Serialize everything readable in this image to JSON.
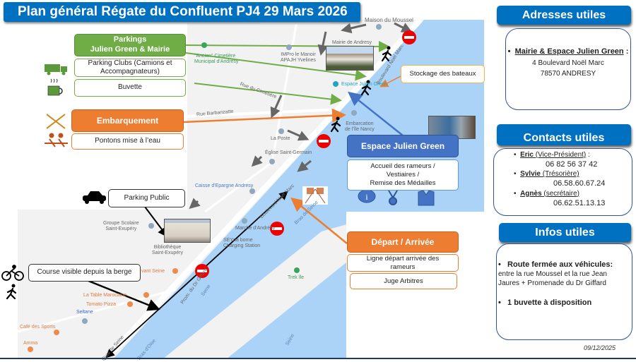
{
  "title": "Plan général Régate du Confluent PJ4 29 Mars 2026",
  "legend": {
    "parkings_title": "Parkings\nJulien Green & Mairie",
    "parking_clubs": "Parking Clubs (Camions et Accompagnateurs)",
    "buvette": "Buvette",
    "embarquement": "Embarquement",
    "pontons": "Pontons mise à l’eau",
    "stockage": "Stockage des bateaux",
    "espace_title": "Espace Julien Green",
    "espace_desc": "Accueil des rameurs /\nVestiaires /\nRemise des Médailles",
    "depart_title": "Départ / Arrivée",
    "ligne": "Ligne départ arrivée des rameurs",
    "juge": "Juge Arbitres",
    "parking_public": "Parking Public",
    "course_visible": "Course visible depuis la berge"
  },
  "map_labels": {
    "maison_moussel": "Maison du Moussel",
    "mairie": "Mairie de Andresy",
    "cimetiere": "\"Ancien\" Cimetière\nMunicipal d'Andrésy",
    "impro": "IMPro le Manoir\nAPAJH Yvelines",
    "espace": "Espace Julien Green",
    "embarcation": "Embarcation\nde l'île Nancy",
    "poste": "La Poste",
    "eglise": "Église Saint-Germain",
    "caisse": "Caisse d'Epargne Andresy",
    "groupe_scolaire": "Groupe Scolaire\nSaint-Exupéry",
    "bibliotheque": "Bibliothèque\nSaint-Exupéry",
    "marche": "Marché d'Andrésy",
    "seyna": "SEYna borne\nCharging Station",
    "trek": "Trek île",
    "avant_seine": "vant Seine",
    "table": "La Table Marocaine",
    "tomato": "Tomato Pizza",
    "seltane": "Seltane",
    "cafe": "Café des Sports",
    "amma": "Amma",
    "bd_noel_marc": "Boulevard Noël Marc",
    "rue_cimetiere": "Rue du Cimetière",
    "rue_barbanzatte": "Rue Barbanzatte",
    "prom": "Prom. du Dr Giffard",
    "quai": "Quai de Seine",
    "seine1": "Seine",
    "seine2": "Seine",
    "bras_oise": "Bras d'Oise",
    "bras_seine": "Bras de Seine"
  },
  "adresses": {
    "header": "Adresses utiles",
    "name": "Mairie & Espace Julien Green",
    "colon": " :",
    "line1": "4 Boulevard Noël Marc",
    "line2": "78570 ANDRESY"
  },
  "contacts": {
    "header": "Contacts utiles",
    "items": [
      {
        "name": "Eric",
        "role": " (Vice-Président)",
        "sep": " :",
        "phone": "06 82 56 37 42"
      },
      {
        "name": "Sylvie",
        "role": " (Trésorière)",
        "sep": "",
        "phone": "06.58.60.67.24"
      },
      {
        "name": "Agnès",
        "role": " (secrétaire)",
        "sep": "",
        "phone": "06.62.51.13.13"
      }
    ]
  },
  "infos": {
    "header": "Infos utiles",
    "item1_title": "Route fermée aux véhicules:",
    "item1_desc": "entre la rue Moussel et la rue Jean Jaures + Promenade du Dr Giffard",
    "item2": "1 buvette à disposition"
  },
  "date": "09/12/2025",
  "colors": {
    "blue": "#0070c0",
    "green": "#70ad47",
    "orange": "#ed7d31",
    "river": "#aad3f7"
  }
}
